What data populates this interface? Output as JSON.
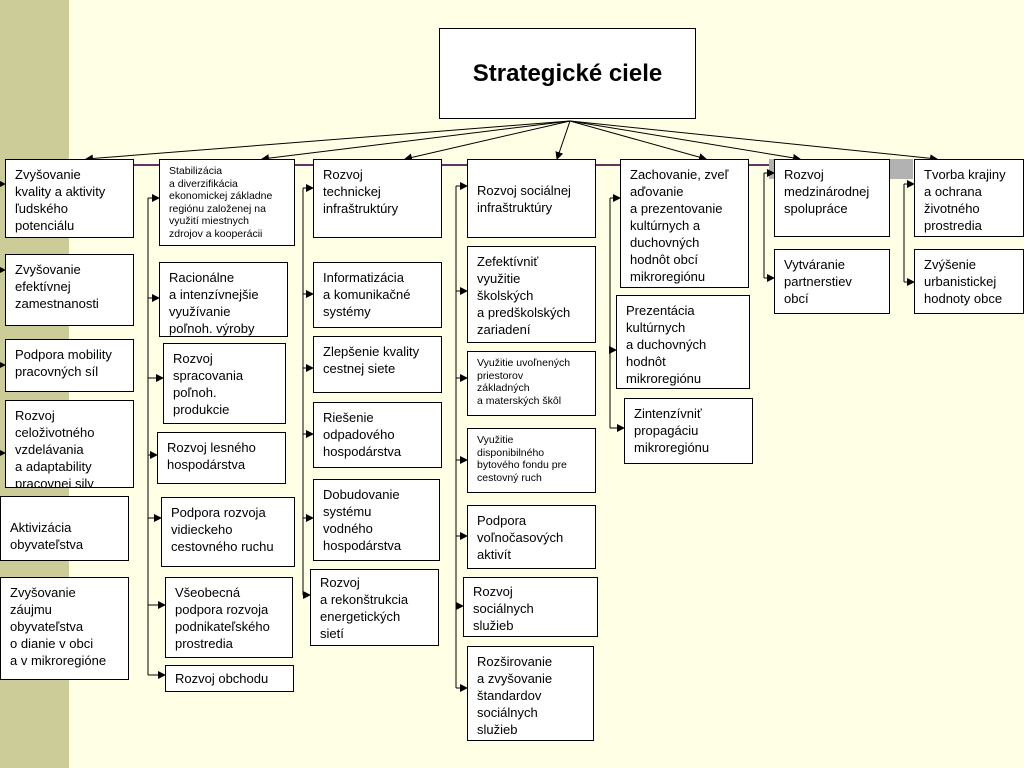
{
  "title": "Strategické ciele",
  "columns": [
    {
      "header": "Zvyšovanie\nkvality a aktivity\nľudského\npotenciálu",
      "items": [
        "Zvyšovanie\nefektívnej\nzamestnanosti",
        "Podpora mobility\npracovných síl",
        "Rozvoj\nceloživotného\nvzdelávania\na adaptability\npracovnej sily",
        "Aktivizácia\nobyvateľstva",
        "Zvyšovanie\nzáujmu\nobyvateľstva\no dianie v obci\na v mikroregióne"
      ]
    },
    {
      "header": "Stabilizácia\na diverzifikácia\nekonomickej základne\nregiónu založenej na\nvyužití miestnych\nzdrojov a kooperácii",
      "items": [
        "Racionálne\na intenzívnejšie\nvyužívanie\npoľnoh. výroby",
        "Rozvoj\nspracovania\npoľnoh.\nprodukcie",
        "Rozvoj lesného\nhospodárstva",
        "Podpora rozvoja\nvidieckeho\ncestovného ruchu",
        "Všeobecná\npodpora rozvoja\npodnikateľského\nprostredia",
        "Rozvoj obchodu"
      ]
    },
    {
      "header": "Rozvoj\ntechnickej\ninfraštruktúry",
      "items": [
        "Informatizácia\na komunikačné\nsystémy",
        "Zlepšenie kvality\ncestnej siete",
        "Riešenie\nodpadového\nhospodárstva",
        "Dobudovanie\nsystému\nvodného\nhospodárstva",
        "Rozvoj\na rekonštrukcia\nenergetických\nsietí"
      ]
    },
    {
      "header": "Rozvoj sociálnej\ninfraštruktúry",
      "items": [
        "Zefektívniť\nvyužitie\nškolských\na predškolských\nzariadení",
        "Využitie uvoľnených\npriestorov\nzákladných\na materských škôl",
        "Využitie\ndisponibilného\nbytového fondu pre\ncestovný ruch",
        "Podpora\nvoľnočasových\naktivít",
        "Rozvoj\nsociálnych\nslužieb",
        "Rozširovanie\na zvyšovanie\nštandardov\nsociálnych\nslužieb"
      ]
    },
    {
      "header": "Zachovanie, zveľ\naďovanie\na prezentovanie\nkultúrnych a\nduchovných\nhodnôt obcí\nmikroregiónu",
      "items": [
        "Prezentácia\nkultúrnych\na duchovných\nhodnôt\nmikroregiónu",
        "Zintenzívniť\npropagáciu\nmikroregiónu"
      ]
    },
    {
      "header": "Rozvoj\nmedzinárodnej\nspolupráce",
      "items": [
        "Vytváranie\npartnerstiev\nobcí"
      ]
    },
    {
      "header": "Tvorba krajiny\na ochrana\nživotného\nprostredia",
      "items": [
        "Zvýšenie\nurbanistickej\nhodnoty obce"
      ]
    }
  ]
}
